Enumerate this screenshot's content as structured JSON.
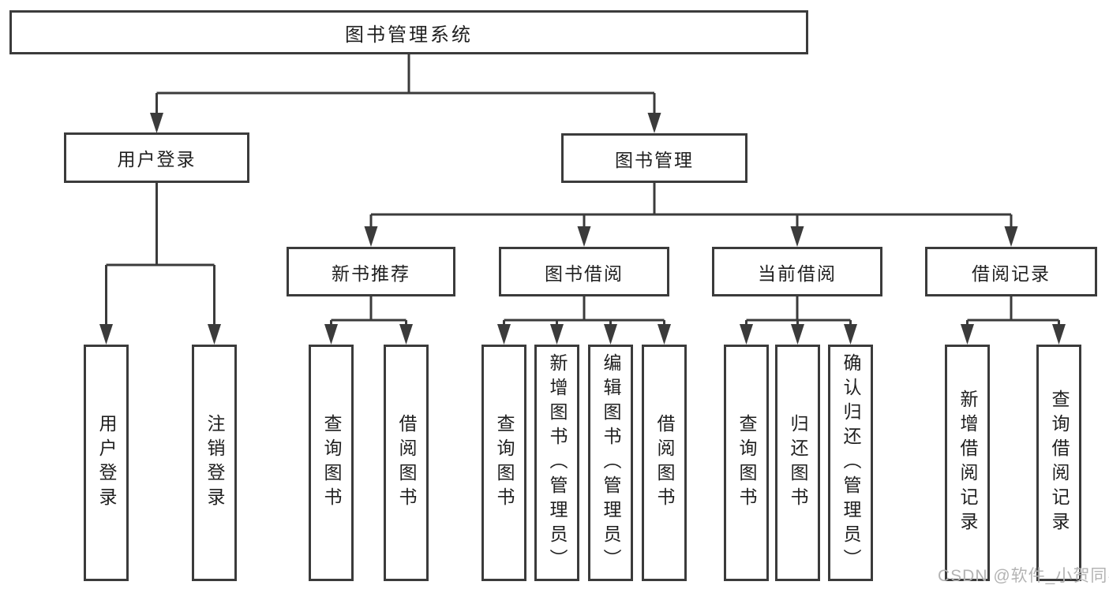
{
  "colors": {
    "line": "#3b3b3b",
    "text": "#1f1f1f",
    "watermark": "#b3b3b3",
    "bg": "#ffffff"
  },
  "watermark": {
    "text": "CSDN @软件_小贺同学"
  },
  "tree": {
    "root": {
      "label": "图书管理系统"
    },
    "children": [
      {
        "label": "用户登录",
        "children": [
          {
            "label": "用户登录"
          },
          {
            "label": "注销登录"
          }
        ]
      },
      {
        "label": "图书管理",
        "children": [
          {
            "label": "新书推荐",
            "children": [
              {
                "label": "查询图书"
              },
              {
                "label": "借阅图书"
              }
            ]
          },
          {
            "label": "图书借阅",
            "children": [
              {
                "label": "查询图书"
              },
              {
                "label": "新增图书（管理员）"
              },
              {
                "label": "编辑图书（管理员）"
              },
              {
                "label": "借阅图书"
              }
            ]
          },
          {
            "label": "当前借阅",
            "children": [
              {
                "label": "查询图书"
              },
              {
                "label": "归还图书"
              },
              {
                "label": "确认归还（管理员）"
              }
            ]
          },
          {
            "label": "借阅记录",
            "children": [
              {
                "label": "新增借阅记录"
              },
              {
                "label": "查询借阅记录"
              }
            ]
          }
        ]
      }
    ]
  }
}
